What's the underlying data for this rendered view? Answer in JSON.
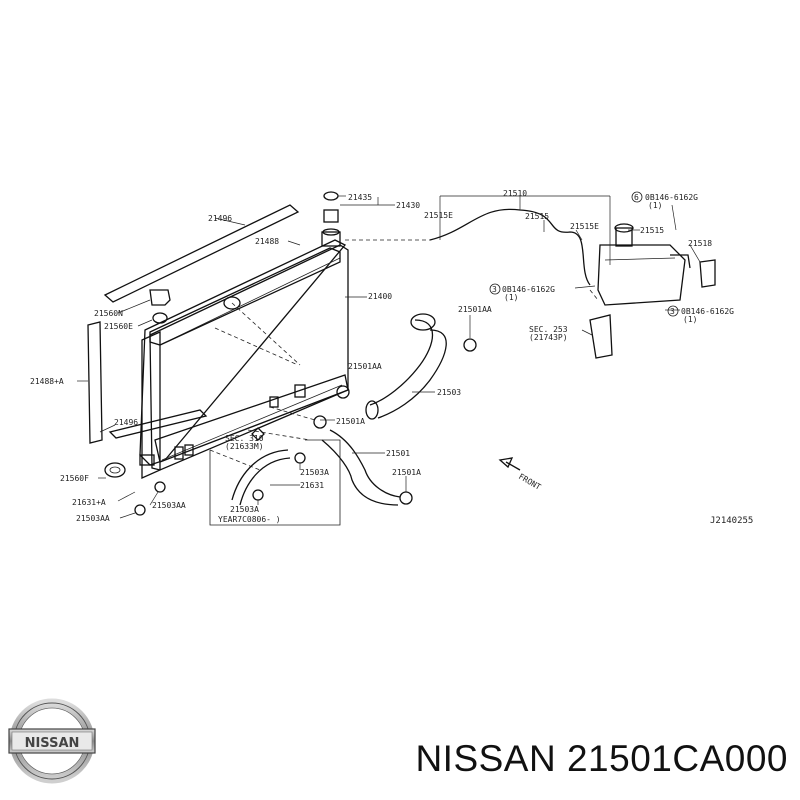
{
  "diagram": {
    "figure_code": "J2140255",
    "direction": "FRONT",
    "section_refs": [
      {
        "line1": "SEC. 310",
        "line2": "(21633M)"
      },
      {
        "line1": "SEC. 253",
        "line2": "(21743P)"
      }
    ],
    "applicability": "YEAR7C0806-    )",
    "bolts": [
      {
        "num": "6",
        "code": "0B146-6162G",
        "qty": "(1)"
      },
      {
        "num": "3",
        "code": "0B146-6162G",
        "qty": "(1)"
      },
      {
        "num": "3",
        "code": "0B146-6162G",
        "qty": "(1)"
      }
    ],
    "labels": {
      "p21435": "21435",
      "p21430": "21430",
      "p21510": "21510",
      "p21515E": "21515E",
      "p21515a": "21515",
      "p21515E2": "21515E",
      "p21515b": "21515",
      "p21518": "21518",
      "p21496a": "21496",
      "p21488": "21488",
      "p21400": "21400",
      "p21560N": "21560N",
      "p21560E": "21560E",
      "p21501AAt": "21501AA",
      "p21488A": "21488+A",
      "p21501AA": "21501AA",
      "p21503": "21503",
      "p21496b": "21496",
      "p21501A": "21501A",
      "p21501": "21501",
      "p21501A2": "21501A",
      "p21503A": "21503A",
      "p21631": "21631",
      "p21503A2": "21503A",
      "p21560F": "21560F",
      "p21631A": "21631+A",
      "p21503AA": "21503AA",
      "p21503AA2": "21503AA"
    }
  },
  "logo": {
    "text": "NISSAN"
  },
  "footer": {
    "title": "NISSAN 21501CA000"
  }
}
